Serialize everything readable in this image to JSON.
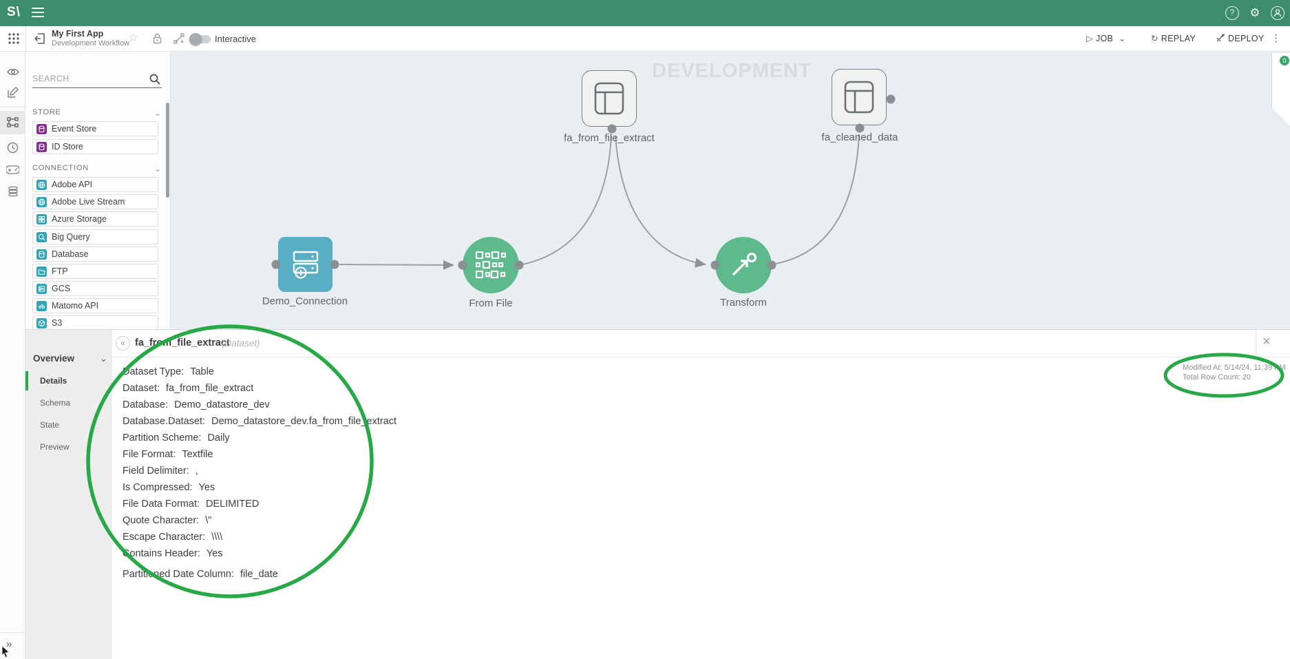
{
  "topbar": {
    "logo": "S\\"
  },
  "glyphs": {
    "help": "?",
    "gear": "⚙",
    "star": "☆",
    "kebab": "⋮",
    "chevron_down": "⌄",
    "back": "«",
    "close": "×",
    "play": "▷",
    "replay": "↻",
    "expand": "»"
  },
  "toolbar": {
    "app_title": "My First App",
    "app_subtitle": "Development Workflow",
    "interactive_label": "Interactive",
    "job_label": "JOB",
    "replay_label": "REPLAY",
    "deploy_label": "DEPLOY"
  },
  "sidebar": {
    "search_placeholder": "SEARCH",
    "sections": [
      {
        "label": "STORE",
        "items": [
          {
            "label": "Event Store"
          },
          {
            "label": "ID Store"
          }
        ]
      },
      {
        "label": "CONNECTION",
        "items": [
          {
            "label": "Adobe API"
          },
          {
            "label": "Adobe Live Stream"
          },
          {
            "label": "Azure Storage"
          },
          {
            "label": "Big Query"
          },
          {
            "label": "Database"
          },
          {
            "label": "FTP"
          },
          {
            "label": "GCS"
          },
          {
            "label": "Matomo API"
          },
          {
            "label": "S3"
          }
        ]
      }
    ]
  },
  "canvas": {
    "watermark": "DEVELOPMENT",
    "badge": "0",
    "nodes": {
      "dataset1": "fa_from_file_extract",
      "dataset2": "fa_cleaned_data",
      "connection": "Demo_Connection",
      "from_file": "From File",
      "transform": "Transform"
    }
  },
  "panel": {
    "title": "fa_from_file_extract",
    "type": "(Dataset)",
    "nav_overview": "Overview",
    "tabs": [
      "Details",
      "Schema",
      "State",
      "Preview"
    ],
    "details": [
      {
        "label": "Dataset Type:",
        "value": "Table"
      },
      {
        "label": "Dataset:",
        "value": "fa_from_file_extract"
      },
      {
        "label": "Database:",
        "value": "Demo_datastore_dev"
      },
      {
        "label": "Database.Dataset:",
        "value": "Demo_datastore_dev.fa_from_file_extract"
      },
      {
        "label": "Partition Scheme:",
        "value": "Daily"
      },
      {
        "label": "File Format:",
        "value": "Textfile"
      },
      {
        "label": "Field Delimiter:",
        "value": ","
      },
      {
        "label": "Is Compressed:",
        "value": "Yes"
      },
      {
        "label": "File Data Format:",
        "value": "DELIMITED"
      },
      {
        "label": "Quote Character:",
        "value": "\\\""
      },
      {
        "label": "Escape Character:",
        "value": "\\\\\\\\"
      },
      {
        "label": "Contains Header:",
        "value": "Yes"
      },
      {
        "label": "Partitioned Date Column:",
        "value": "file_date"
      }
    ],
    "modified_at": "Modified At: 5/14/24, 11:39 PM",
    "row_count": "Total Row Count: 20"
  },
  "colors": {
    "topbar_green": "#3c8d6d",
    "annotation_green": "#29a847",
    "node_green": "#5eb98d",
    "node_teal": "#57aec5",
    "store_icon": "#84308f",
    "connection_icon": "#2fa5bb",
    "canvas_bg": "#e9eef2",
    "selected_tab_green": "#2aa84a",
    "badge_green": "#34a86b"
  }
}
